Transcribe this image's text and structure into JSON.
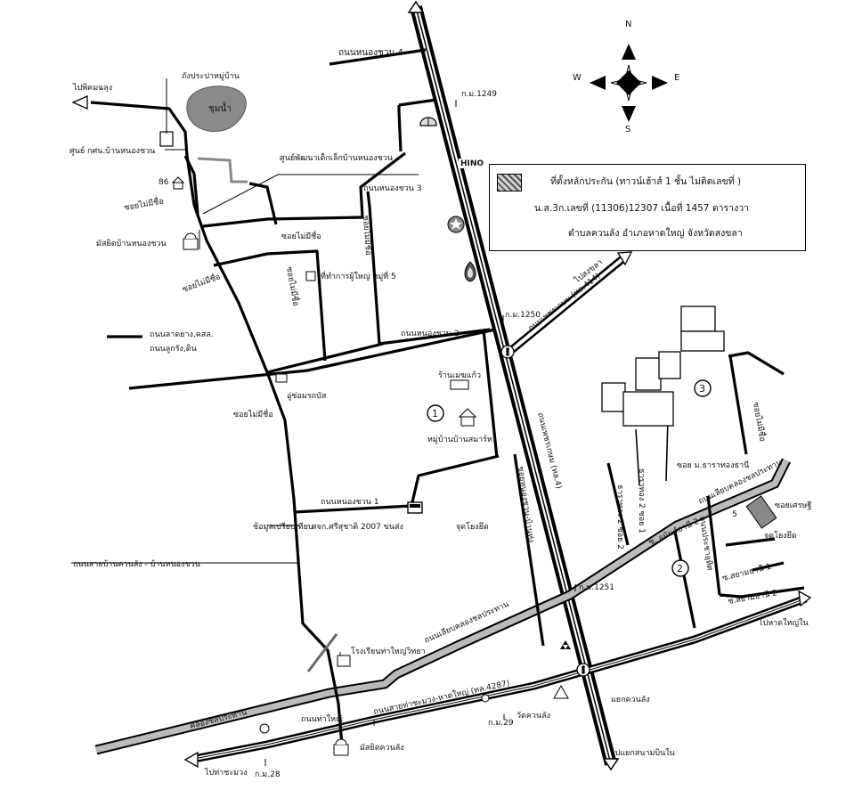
{
  "compass": {
    "n": "N",
    "s": "S",
    "e": "E",
    "w": "W"
  },
  "info_box": {
    "line1": "ที่ตั้งหลักประกัน (ทาวน์เฮ้าส์ 1 ชั้น ไม่ติดเลขที่ )",
    "line2": "น.ส.3ก.เลขที่ (11306)12307 เนื้อที่ 1457 ตารางวา",
    "line3": "ตำบลควนลัง อำเภอหาดใหญ่ จังหวัดสงขลา"
  },
  "legend": {
    "paved": "ถนนลาดยาง,คสล.",
    "gravel": "ถนนลูกรัง,ดิน"
  },
  "labels": {
    "road_nongsuan4": "ถนนหนองชวน 4",
    "km1249": "ก.ม.1249",
    "to_phikhom": "ไปพิคมฉลุง",
    "water_tank": "ถังประปาหมู่บ้าน",
    "pond": "ชุมน้ำ",
    "center_ksn": "ศูนย์ กศน.บ้านหนองชวน",
    "child_center": "ศูนย์พัฒนาเด็กเล็กบ้านหนองชวน",
    "hino": "HINO",
    "num_86": "86",
    "road_nongsuan3": "ถนนหนองชวน 3",
    "soi_unnamed1": "ซอยไม่มีชื่อ",
    "mosque_nongsuan": "มัสยิดบ้านหนองชวน",
    "soi_unnamed2": "ซอยไม่มีชื่อ",
    "soi_unnamed3": "ซอยไม่มีชื่อ",
    "soi_unnamed4": "ซอยไม่มีชื่อ",
    "headman_office": "ที่ทำการผู้ใหญ่ หมู่ที่ 5",
    "soi_unnamed5": "ซอยไม่มีชื่อ",
    "soi_unnamed6": "ซอยไม่มีชื่อ",
    "to_songkhla": "ไปสงขลา",
    "road_phetkasem_414": "ถนนเพชรเกษม (ทล.414)",
    "km1250": "ก.ม.1250",
    "road_nongsuan2": "ถนนหนองชวน 2",
    "bus_garage": "อู่ซ่อมรถบัส",
    "ran_mekkeaw": "ร้านเมฆแก้ว",
    "marker_1": "1",
    "marker_2": "2",
    "marker_3": "3",
    "smart_village": "หมู่บ้านบ้านสมาร์ท",
    "soi_unnamed7": "ซอยไม่มีชื่อ",
    "soi_unnamed8": "ซอยไม่มีชื่อ",
    "road_phetkasem_4": "ถนนเพชรเกษม (ทล.4)",
    "soi_nongsuan": "ซอยหนองชวน-บ้านทุ่ง",
    "soi_thara": "ซอย ม.ธาราทองธานี",
    "road_nongsuan1": "ถนนหนองชวน 1",
    "soi_unnamed9": "ซอยไม่มีชื่อ",
    "road_klong": "ถนนเลียบคลองชลประทาน",
    "coop": "สจก.ศรีสุชาติ 2007 ขนส่ง",
    "mun_plianphaisit": "ช้อมูลเปรียบเทียบ",
    "soi_thanathong2": "ธาราทอง 2 ซอย 1",
    "soi_thanathong2b": "ธาราทอง 2 ซอย 2",
    "soi_setthi": "ซอยเศรษฐี",
    "num_5": "5",
    "jud_yot": "จุดโยงยึด",
    "jud_yot2": "จุดโยงยึด",
    "soi_anan": "ซ. อนันต์ธานี 2",
    "road_nongsuan_kuanlang": "ถนนสายบ้านควนลัง - บ้านหนองชวน",
    "road_nongsuan_pracha": "ถนนประชาอุทิศ",
    "soi_sayam1": "ซ.สยามธานี 1",
    "soi_sayam2": "ซ.สยามธานี 2",
    "km1251": "ก.ม.1251",
    "to_hatyai_nai": "ไปหาดใหญ่ใน",
    "road_klong2": "ถนนเลียบคลองชลประทาน",
    "school": "โรงเรียนท่าใหญ่วิทยา",
    "road_4287": "ถนนสายท่าชะมวง-หาดใหญ่ (ทล.4287)",
    "yaek_kuanlang": "แยกควนลัง",
    "wat_kuanlang": "วัดควนลัง",
    "road_thayai": "ถนนท่าใหญ่",
    "km29": "ก.ม.29",
    "to_airport": "ไปแยกสนามบินใน",
    "mosque_kuanlang": "มัสยิดควนลัง",
    "to_thachamuang": "ไปท่าชะมวง",
    "km28": "ก.ม.28",
    "klong_label": "คลองชลประทาน"
  },
  "icons": [
    "compass-rose-icon",
    "shell-station-icon",
    "star-station-icon",
    "ptt-station-icon",
    "traffic-light-icon",
    "mosque-icon",
    "house-icon",
    "school-icon",
    "temple-icon",
    "mitsubishi-icon",
    "bus-icon",
    "building-icon"
  ]
}
